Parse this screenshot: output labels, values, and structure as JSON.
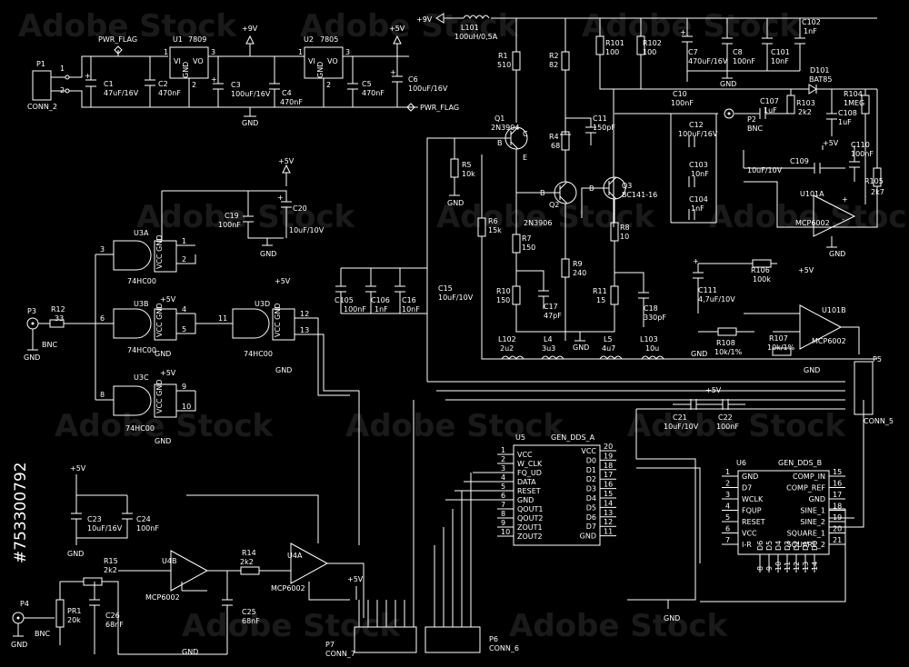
{
  "watermark": {
    "text": "Adobe Stock",
    "side_id": "#753300792"
  },
  "power": {
    "p1": {
      "ref": "P1",
      "name": "CONN_2"
    },
    "pwr_flag": "PWR_FLAG",
    "plus9v": "+9V",
    "plus5v": "+5V",
    "gnd": "GND",
    "u1": {
      "ref": "U1",
      "part": "7809"
    },
    "u2": {
      "ref": "U2",
      "part": "7805"
    },
    "vi": "VI",
    "vo": "VO",
    "gnd_pin": "GND",
    "c1": {
      "ref": "C1",
      "val": "47uF/16V"
    },
    "c2": {
      "ref": "C2",
      "val": "470nF"
    },
    "c3": {
      "ref": "C3",
      "val": "100uF/16V"
    },
    "c4": {
      "ref": "C4",
      "val": "470nF"
    },
    "c5": {
      "ref": "C5",
      "val": "470nF"
    },
    "c6": {
      "ref": "C6",
      "val": "100uF/16V"
    }
  },
  "amp": {
    "l101": {
      "ref": "L101",
      "val": "100uH/0,5A"
    },
    "r1": {
      "ref": "R1",
      "val": "510"
    },
    "r2": {
      "ref": "R2",
      "val": "82"
    },
    "r101": {
      "ref": "R101",
      "val": "100"
    },
    "r102": {
      "ref": "R102",
      "val": "100"
    },
    "c7": {
      "ref": "C7",
      "val": "470uF/16V"
    },
    "c8": {
      "ref": "C8",
      "val": "100nF"
    },
    "c101": {
      "ref": "C101",
      "val": "10nF"
    },
    "c102": {
      "ref": "C102",
      "val": "1nF"
    },
    "d101": {
      "ref": "D101",
      "val": "BAT85"
    },
    "q1": {
      "ref": "Q1",
      "val": "2N3904"
    },
    "q2": {
      "ref": "Q2",
      "val": "2N3906"
    },
    "q3": {
      "ref": "Q3",
      "val": "BC141-16"
    },
    "c11": {
      "ref": "C11",
      "val": "150pF"
    },
    "r4": {
      "ref": "R4",
      "val": "68"
    },
    "r5": {
      "ref": "R5",
      "val": "10k"
    },
    "r6": {
      "ref": "R6",
      "val": "15k"
    },
    "r7": {
      "ref": "R7",
      "val": "150"
    },
    "r8": {
      "ref": "R8",
      "val": "10"
    },
    "r9": {
      "ref": "R9",
      "val": "240"
    },
    "r10": {
      "ref": "R10",
      "val": "150"
    },
    "r11": {
      "ref": "R11",
      "val": "15"
    },
    "c17": {
      "ref": "C17",
      "val": "47pF"
    },
    "c18": {
      "ref": "C18",
      "val": "330pF"
    },
    "c10": {
      "ref": "C10",
      "val": "100nF"
    },
    "c12": {
      "ref": "C12",
      "val": "100uF/16V"
    },
    "c103": {
      "ref": "C103",
      "val": "10nF"
    },
    "c104": {
      "ref": "C104",
      "val": "1nF"
    },
    "c107": {
      "ref": "C107",
      "val": "1uF"
    },
    "c108": {
      "ref": "C108",
      "val": "1uF"
    },
    "r103": {
      "ref": "R103",
      "val": "2k2"
    },
    "r104": {
      "ref": "R104",
      "val": "1MEG"
    },
    "p2": {
      "ref": "P2",
      "val": "BNC"
    },
    "c109": {
      "ref": "C109",
      "val": "10uF/10V"
    },
    "c110": {
      "ref": "C110",
      "val": "100nF"
    },
    "r105": {
      "ref": "R105",
      "val": "2k7"
    },
    "u101a": {
      "ref": "U101A",
      "val": "MCP6002"
    },
    "c111": {
      "ref": "C111",
      "val": "4,7uF/10V"
    },
    "r106": {
      "ref": "R106",
      "val": "100k"
    },
    "r107": {
      "ref": "R107",
      "val": "10k/1%"
    },
    "r108": {
      "ref": "R108",
      "val": "10k/1%"
    },
    "u101b": {
      "ref": "U101B",
      "val": "MCP6002"
    },
    "c15": {
      "ref": "C15",
      "val": "10uF/10V"
    },
    "c105": {
      "ref": "C105",
      "val": "100nF"
    },
    "c106": {
      "ref": "C106",
      "val": "1nF"
    },
    "c16": {
      "ref": "C16",
      "val": "10nF"
    },
    "l102": {
      "ref": "L102",
      "val": "2u2"
    },
    "l4": {
      "ref": "L4",
      "val": "3u3"
    },
    "l5": {
      "ref": "L5",
      "val": "4u7"
    },
    "l103": {
      "ref": "L103",
      "val": "10u"
    }
  },
  "logic": {
    "u3a": "U3A",
    "u3b": "U3B",
    "u3c": "U3C",
    "u3d": "U3D",
    "part": "74HC00",
    "vcc_gnd": "VCC GND",
    "c19": {
      "ref": "C19",
      "val": "100nF"
    },
    "c20": {
      "ref": "C20",
      "val": "10uF/10V"
    },
    "p3": {
      "ref": "P3",
      "val": "BNC"
    },
    "r12": {
      "ref": "R12",
      "val": "33"
    }
  },
  "filter": {
    "c23": {
      "ref": "C23",
      "val": "10uF/16V"
    },
    "c24": {
      "ref": "C24",
      "val": "100nF"
    },
    "r15": {
      "ref": "R15",
      "val": "2k2"
    },
    "r14": {
      "ref": "R14",
      "val": "2k2"
    },
    "u4b": {
      "ref": "U4B",
      "val": "MCP6002"
    },
    "u4a": {
      "ref": "U4A",
      "val": "MCP6002"
    },
    "c25": {
      "ref": "C25",
      "val": "68nF"
    },
    "c26": {
      "ref": "C26",
      "val": "68nF"
    },
    "pr1": {
      "ref": "PR1",
      "val": "20k"
    },
    "p4": {
      "ref": "P4",
      "val": "BNC"
    },
    "p7": {
      "ref": "P7",
      "val": "CONN_7"
    },
    "p6": {
      "ref": "P6",
      "val": "CONN_6"
    },
    "p5": {
      "ref": "P5",
      "val": "CONN_5"
    },
    "c21": {
      "ref": "C21",
      "val": "10uF/10V"
    },
    "c22": {
      "ref": "C22",
      "val": "100nF"
    }
  },
  "u5": {
    "ref": "U5",
    "name": "GEN_DDS_A",
    "left": [
      {
        "n": "1",
        "s": "VCC"
      },
      {
        "n": "2",
        "s": "W_CLK"
      },
      {
        "n": "3",
        "s": "FQ_UD"
      },
      {
        "n": "4",
        "s": "DATA"
      },
      {
        "n": "5",
        "s": "RESET"
      },
      {
        "n": "6",
        "s": "GND"
      },
      {
        "n": "7",
        "s": "QOUT1"
      },
      {
        "n": "8",
        "s": "QOUT2"
      },
      {
        "n": "9",
        "s": "ZOUT1"
      },
      {
        "n": "10",
        "s": "ZOUT2"
      }
    ],
    "right": [
      {
        "n": "20",
        "s": "VCC"
      },
      {
        "n": "19",
        "s": "D0"
      },
      {
        "n": "18",
        "s": "D1"
      },
      {
        "n": "17",
        "s": "D2"
      },
      {
        "n": "16",
        "s": "D3"
      },
      {
        "n": "15",
        "s": "D4"
      },
      {
        "n": "14",
        "s": "D5"
      },
      {
        "n": "13",
        "s": "D6"
      },
      {
        "n": "12",
        "s": "D7"
      },
      {
        "n": "11",
        "s": "GND"
      }
    ]
  },
  "u6": {
    "ref": "U6",
    "name": "GEN_DDS_B",
    "left": [
      {
        "n": "1",
        "s": "GND"
      },
      {
        "n": "2",
        "s": "D7"
      },
      {
        "n": "3",
        "s": "WCLK"
      },
      {
        "n": "4",
        "s": "FQUP"
      },
      {
        "n": "5",
        "s": "RESET"
      },
      {
        "n": "6",
        "s": "VCC"
      },
      {
        "n": "7",
        "s": "I-R"
      }
    ],
    "right": [
      {
        "n": "15",
        "s": "COMP_IN"
      },
      {
        "n": "16",
        "s": "COMP_REF"
      },
      {
        "n": "17",
        "s": "GND"
      },
      {
        "n": "18",
        "s": "SINE_1"
      },
      {
        "n": "19",
        "s": "SINE_2"
      },
      {
        "n": "20",
        "s": "SQUARE_1"
      },
      {
        "n": "21",
        "s": "SQUARE_2"
      }
    ],
    "bottom": [
      "D6",
      "D5",
      "D4",
      "D3",
      "D2",
      "D1",
      "D0"
    ],
    "bottom_pins": [
      "8",
      "9",
      "10",
      "11",
      "12",
      "13",
      "14"
    ]
  }
}
